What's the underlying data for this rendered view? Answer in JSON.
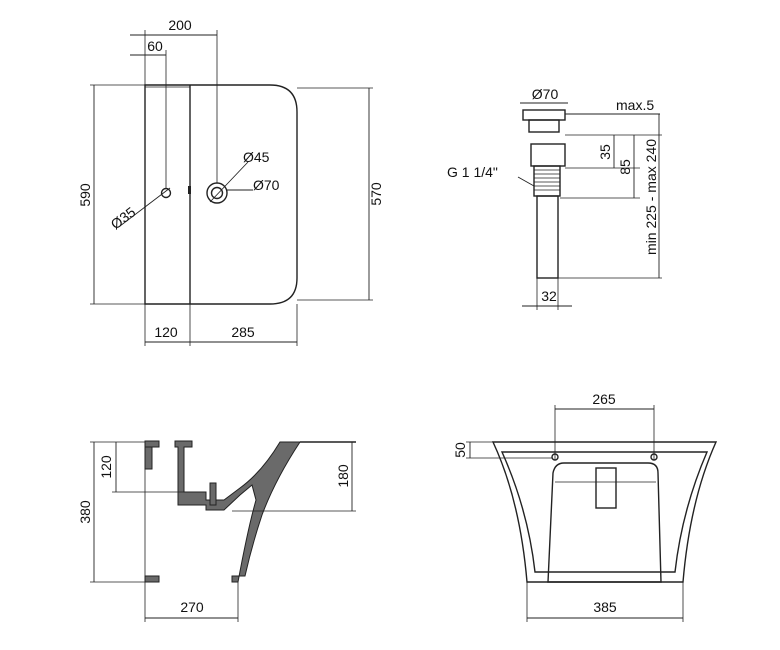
{
  "top_view": {
    "dim_overall_width": "200",
    "dim_tap_offset": "60",
    "dim_height_left": "590",
    "dim_height_right": "570",
    "dim_bottom_left": "120",
    "dim_bottom_right": "285",
    "label_d45": "Ø45",
    "label_d70": "Ø70",
    "label_d35": "Ø35"
  },
  "drain_view": {
    "label_d70": "Ø70",
    "label_max5": "max.5",
    "label_35": "35",
    "label_85": "85",
    "label_thread": "G 1 1/4\"",
    "label_range": "min 225 - max 240",
    "label_32": "32"
  },
  "side_view": {
    "dim_120": "120",
    "dim_380": "380",
    "dim_180": "180",
    "dim_270": "270"
  },
  "front_view": {
    "dim_265": "265",
    "dim_50": "50",
    "dim_385": "385"
  }
}
